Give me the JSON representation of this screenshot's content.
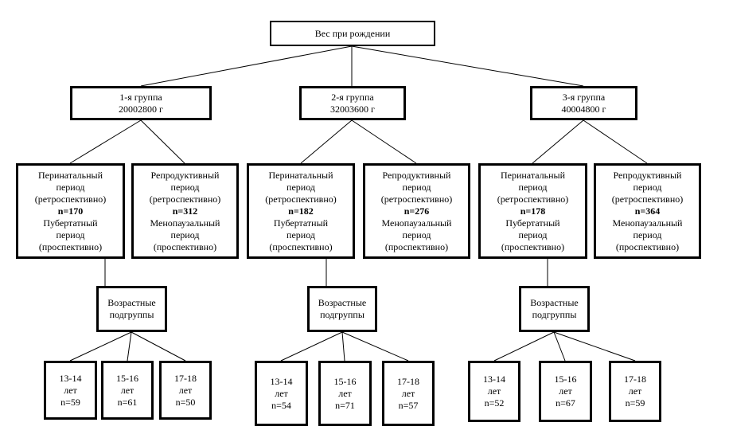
{
  "root": {
    "label": "Вес при рождении"
  },
  "groups": [
    {
      "title": [
        "1-я группа",
        "20002800 г"
      ],
      "perinatal": {
        "period": [
          "Перинатальный",
          "период",
          "(ретроспективно)"
        ],
        "n": "n=170",
        "next": [
          "Пубертатный",
          "период",
          "(проспективно)"
        ]
      },
      "reproductive": {
        "period": [
          "Репродуктивный",
          "период",
          "(ретроспективно)"
        ],
        "n": "n=312",
        "next": [
          "Менопаузальный",
          "период",
          "(проспективно)"
        ]
      },
      "age_header": [
        "Возрастные",
        "подгруппы"
      ],
      "subgroups": [
        {
          "lines": [
            "13-14",
            "лет",
            "n=59"
          ]
        },
        {
          "lines": [
            "15-16",
            "лет",
            "n=61"
          ]
        },
        {
          "lines": [
            "17-18",
            "лет",
            "n=50"
          ]
        }
      ]
    },
    {
      "title": [
        "2-я группа",
        "32003600 г"
      ],
      "perinatal": {
        "period": [
          "Перинатальный",
          "период",
          "(ретроспективно)"
        ],
        "n": "n=182",
        "next": [
          "Пубертатный",
          "период",
          "(проспективно)"
        ]
      },
      "reproductive": {
        "period": [
          "Репродуктивный",
          "период",
          "(ретроспективно)"
        ],
        "n": "n=276",
        "next": [
          "Менопаузальный",
          "период",
          "(проспективно)"
        ]
      },
      "age_header": [
        "Возрастные",
        "подгруппы"
      ],
      "subgroups": [
        {
          "lines": [
            "13-14",
            "лет",
            "n=54"
          ]
        },
        {
          "lines": [
            "15-16",
            "лет",
            "n=71"
          ]
        },
        {
          "lines": [
            "17-18",
            "лет",
            "n=57"
          ]
        }
      ]
    },
    {
      "title": [
        "3-я группа",
        "40004800 г"
      ],
      "perinatal": {
        "period": [
          "Перинатальный",
          "период",
          "(ретроспективно)"
        ],
        "n": "n=178",
        "next": [
          "Пубертатный",
          "период",
          "(проспективно)"
        ]
      },
      "reproductive": {
        "period": [
          "Репродуктивный",
          "период",
          "(ретроспективно)"
        ],
        "n": "n=364",
        "next": [
          "Менопаузальный",
          "период",
          "(проспективно)"
        ]
      },
      "age_header": [
        "Возрастные",
        "подгруппы"
      ],
      "subgroups": [
        {
          "lines": [
            "13-14",
            "лет",
            "n=52"
          ]
        },
        {
          "lines": [
            "15-16",
            "лет",
            "n=67"
          ]
        },
        {
          "lines": [
            "17-18",
            "лет",
            "n=59"
          ]
        }
      ]
    }
  ]
}
